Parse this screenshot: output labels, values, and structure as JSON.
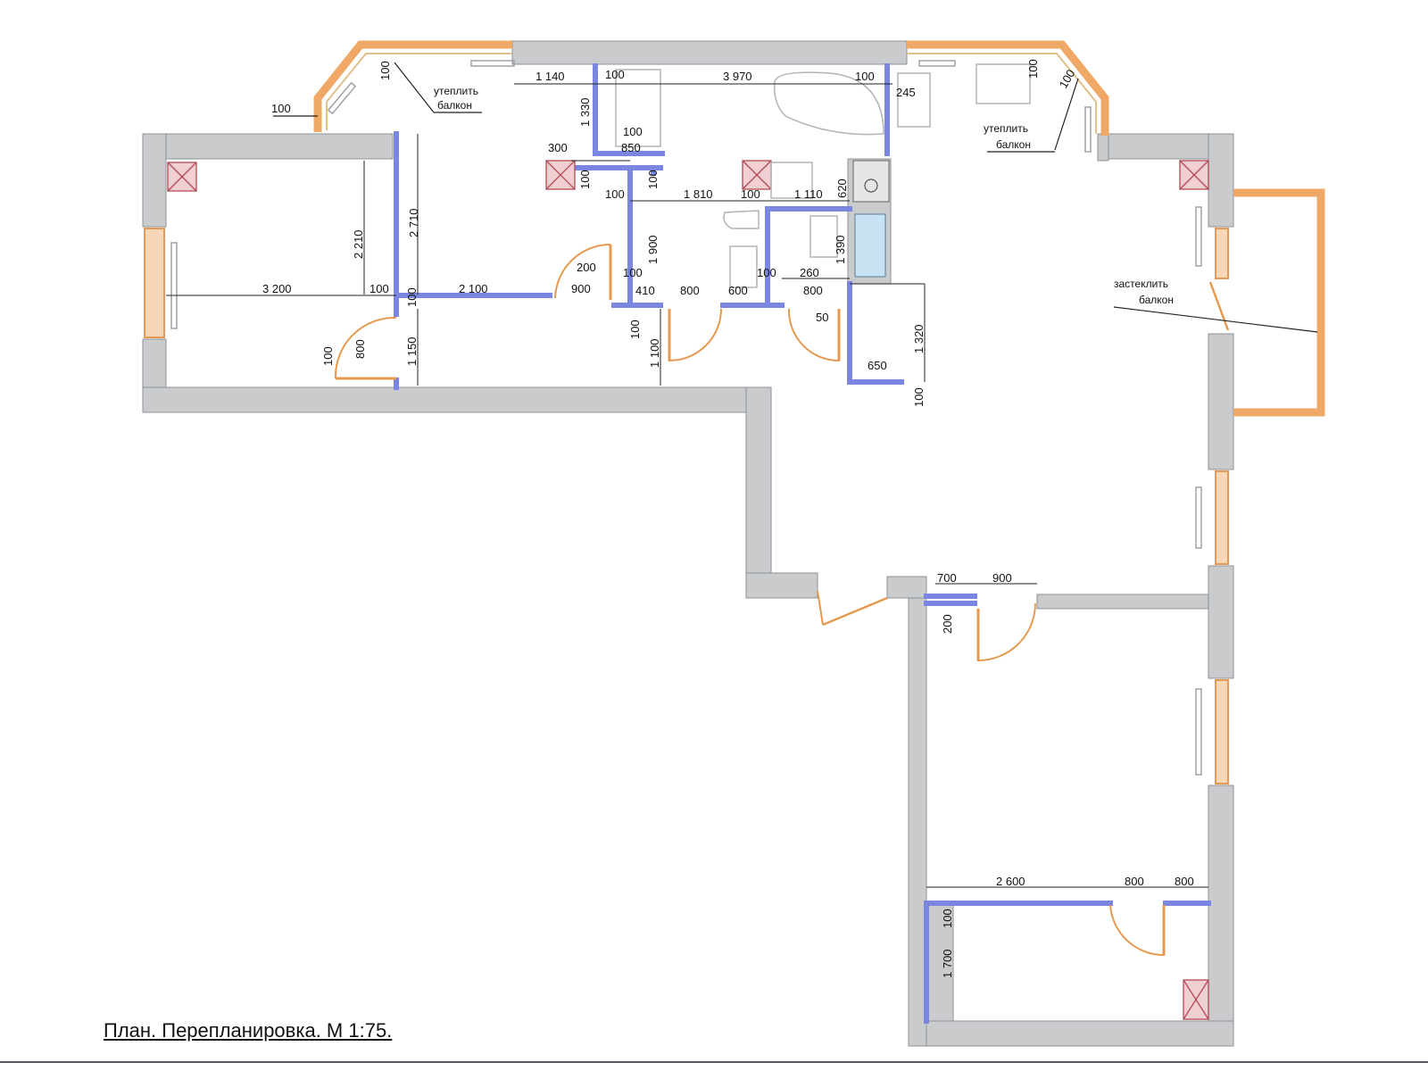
{
  "caption": "План. Перепланировка. М 1:75.",
  "colors": {
    "wall_fill": "#c9cbcd",
    "wall_stroke": "#8d9196",
    "new_partition": "#7b86e0",
    "balcony_wall": "#f0a866",
    "window_frame": "#e29a56",
    "door_swing": "#e59a4f",
    "vent_fill": "#f0cfd2",
    "vent_stroke": "#b24a55",
    "dimension_line": "#222222"
  },
  "notes": {
    "insulate_balcony_left": [
      "утеплить",
      "балкон"
    ],
    "insulate_balcony_right": [
      "утеплить",
      "балкон"
    ],
    "glaze_balcony": [
      "застеклить",
      "балкон"
    ]
  },
  "dimensions": {
    "d_1140": "1 140",
    "d_100_top_a": "100",
    "d_3970": "3 970",
    "d_100_top_b": "100",
    "d_245": "245",
    "d_100_bal_l": "100",
    "d_100_bal_r1": "100",
    "d_100_bal_r2": "100",
    "d_100_left": "100",
    "d_1330": "1 330",
    "d_100_shower": "100",
    "d_850": "850",
    "d_300": "300",
    "d_100_v1": "100",
    "d_100_v2": "100",
    "d_100_h1": "100",
    "d_1810": "1 810",
    "d_100_h2": "100",
    "d_1110": "1 110",
    "d_620": "620",
    "d_2710": "2 710",
    "d_2210": "2 210",
    "d_1900": "1 900",
    "d_1390": "1 390",
    "d_200": "200",
    "d_100_c": "100",
    "d_100_d": "100",
    "d_260": "260",
    "d_3200": "3 200",
    "d_100_e": "100",
    "d_100_f": "100",
    "d_2100": "2 100",
    "d_900_a": "900",
    "d_410": "410",
    "d_800_a": "800",
    "d_600": "600",
    "d_800_b": "800",
    "d_50": "50",
    "d_1320": "1 320",
    "d_650": "650",
    "d_100_g": "100",
    "d_100_door": "100",
    "d_800_door": "800",
    "d_1150": "1 150",
    "d_100_i": "100",
    "d_1100": "1 100",
    "d_700": "700",
    "d_900_b": "900",
    "d_200_b": "200",
    "d_2600": "2 600",
    "d_800_c": "800",
    "d_800_d": "800",
    "d_100_j": "100",
    "d_1700": "1 700"
  }
}
